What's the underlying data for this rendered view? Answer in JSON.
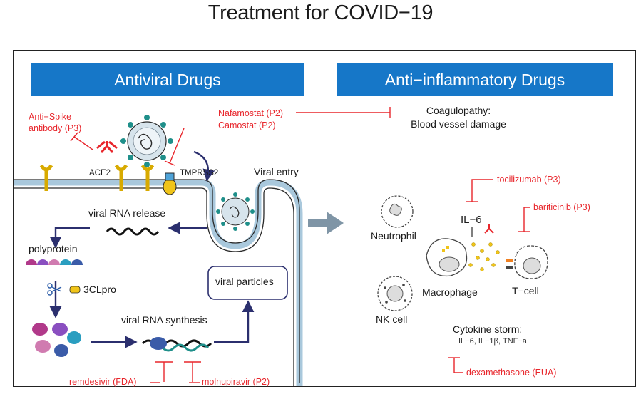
{
  "title": "Treatment for COVID−19",
  "left": {
    "banner": "Antiviral Drugs",
    "anti_spike": [
      "Anti−Spike",
      "antibody (P3)"
    ],
    "nafamostat": "Nafamostat (P2)",
    "camostat": "Camostat (P2)",
    "ace2": "ACE2",
    "tmprss2": "TMPRSS2",
    "viral_entry": "Viral entry",
    "viral_rna_release": "viral RNA release",
    "polyprotein": "polyprotein",
    "clpro": "3CLpro",
    "viral_particles": "viral particles",
    "viral_rna_synthesis": "viral RNA synthesis",
    "remdesivir": "remdesivir (FDA)",
    "molnupiravir": "molnupiravir (P2)"
  },
  "right": {
    "banner": "Anti−inflammatory Drugs",
    "coagulopathy": [
      "Coagulopathy:",
      "Blood vessel damage"
    ],
    "tocilizumab": "tocilizumab (P3)",
    "il6": "IL−6",
    "baricitinib": "bariticinib (P3)",
    "neutrophil": "Neutrophil",
    "macrophage": "Macrophage",
    "tcell": "T−cell",
    "nk_cell": "NK cell",
    "cytokine_storm": "Cytokine storm:",
    "cytokines": "IL−6, IL−1β, TNF−a",
    "dexamethasone": "dexamethasone (EUA)"
  },
  "colors": {
    "banner": "#1677c8",
    "inhibitor": "#e8262c",
    "arrow": "#2b2f6e",
    "membrane": "#a9c8dc",
    "receptor": "#f0c419"
  },
  "icons": [
    "virus-icon",
    "antibody-icon",
    "receptor-icon",
    "scissors-icon",
    "cell-icon",
    "transition-arrow-icon"
  ]
}
